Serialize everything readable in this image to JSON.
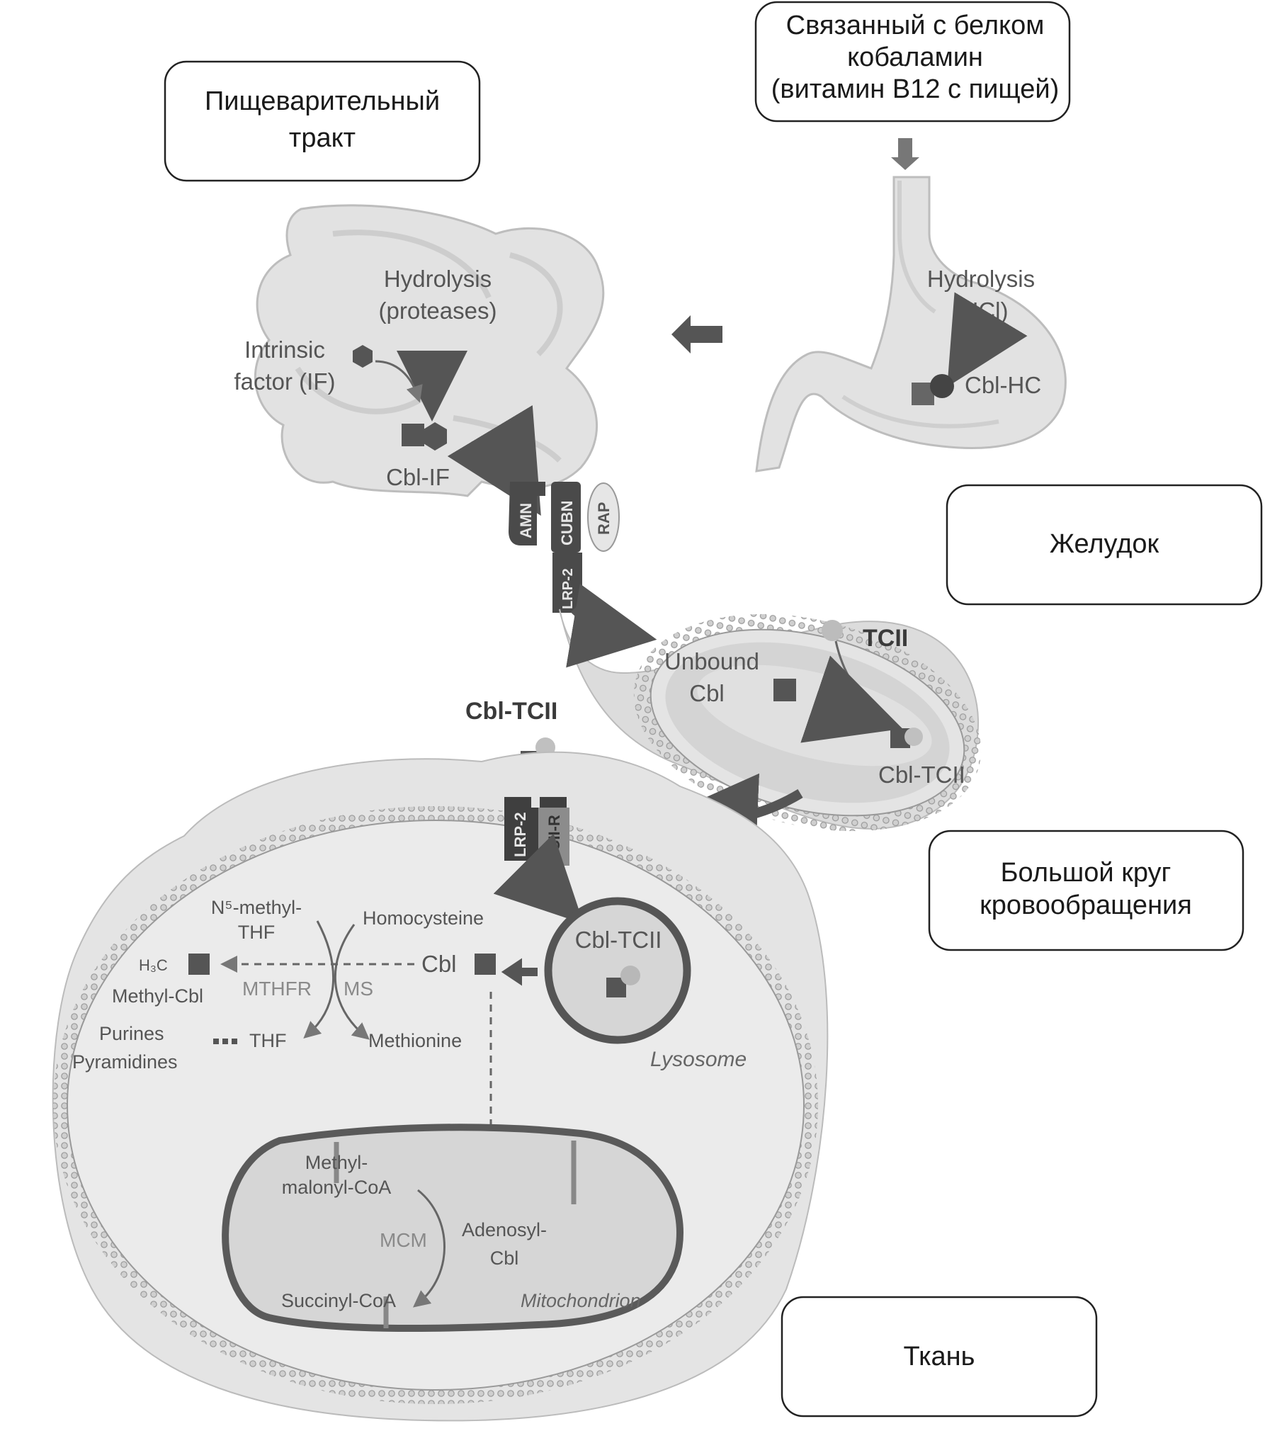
{
  "boxes": {
    "digestive": [
      "Пищеварительный",
      "тракт"
    ],
    "protein_bound": [
      "Связанный с белком",
      "кобаламин",
      "(витамин B12 с пищей)"
    ],
    "stomach": "Желудок",
    "circulation": [
      "Большой круг",
      "кровообращения"
    ],
    "tissue": "Ткань"
  },
  "stomach_labels": {
    "hydrolysis": [
      "Hydrolysis",
      "(HCl)"
    ],
    "complex": "Cbl-HC"
  },
  "intestine_labels": {
    "hydrolysis": [
      "Hydrolysis",
      "(proteases)"
    ],
    "intrinsic_factor": [
      "Intrinsic",
      "factor (IF)"
    ],
    "complex": "Cbl-IF"
  },
  "receptors": {
    "amn": "AMN",
    "cubn": "CUBN",
    "rap": "RAP",
    "lrp2": "LRP-2",
    "tcii_r": "TCII-R"
  },
  "blood_labels": {
    "tcii": "TCII",
    "unbound": [
      "Unbound",
      "Cbl"
    ],
    "complex_vessel": "Cbl-TCII",
    "complex_outside": "Cbl-TCII"
  },
  "cell_labels": {
    "lysosome_complex": "Cbl-TCII",
    "lysosome": "Lysosome",
    "n5": [
      "N⁵-methyl-",
      "THF"
    ],
    "homocysteine": "Homocysteine",
    "h3c": "H₃C",
    "cbl": "Cbl",
    "methyl_cbl": "Methyl-Cbl",
    "mthfr": "MTHFR",
    "ms": "MS",
    "purines": [
      "Purines",
      "Pyramidines"
    ],
    "thf": "THF",
    "methionine": "Methionine",
    "methylmalonyl": [
      "Methyl-",
      "malonyl-CoA"
    ],
    "mcm": "MCM",
    "adenosyl": [
      "Adenosyl-",
      "Cbl"
    ],
    "succinyl": "Succinyl-CoA",
    "mitochondrion": "Mitochondrion"
  },
  "colors": {
    "organ_fill": "#e0e0e0",
    "dark": "#555555",
    "arrow": "#5a5a5a",
    "box_border": "#222222"
  }
}
